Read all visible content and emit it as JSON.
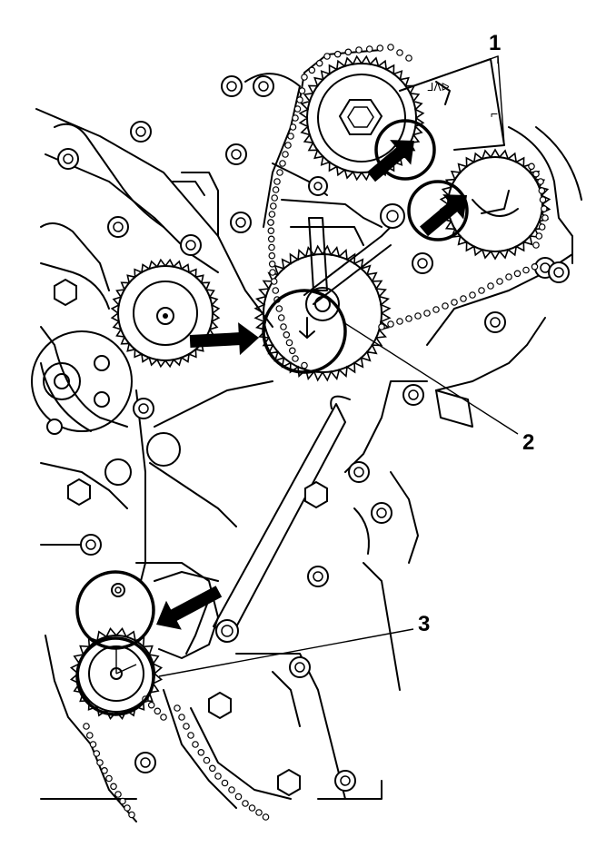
{
  "callouts": [
    {
      "label": "1"
    },
    {
      "label": "2"
    },
    {
      "label": "3"
    }
  ],
  "icons": [
    "arrow-icon",
    "bolt-icon",
    "sprocket-icon",
    "chain-icon"
  ]
}
